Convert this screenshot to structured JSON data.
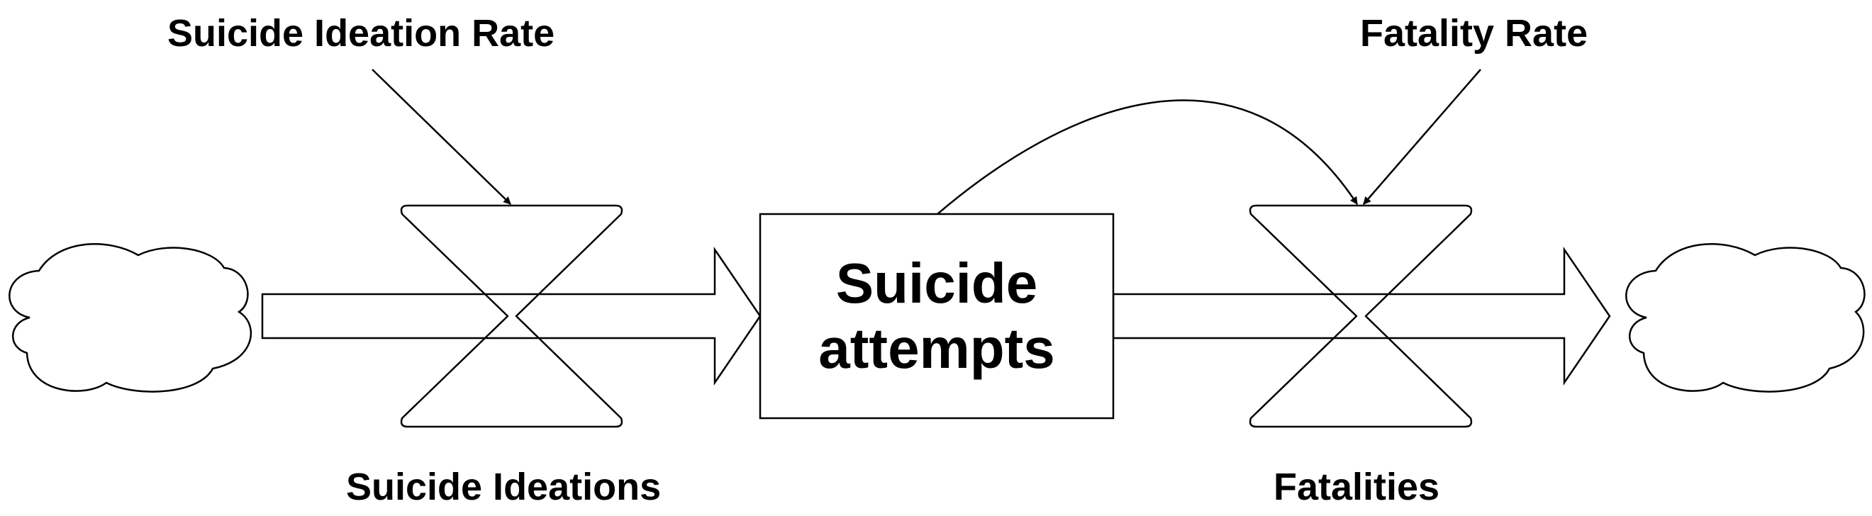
{
  "stock": {
    "line1": "Suicide",
    "line2": "attempts"
  },
  "inflow": {
    "label": "Suicide Ideations",
    "rate_label": "Suicide Ideation Rate"
  },
  "outflow": {
    "label": "Fatalities",
    "rate_label": "Fatality Rate"
  },
  "colors": {
    "stroke": "#000000",
    "background": "#ffffff"
  }
}
